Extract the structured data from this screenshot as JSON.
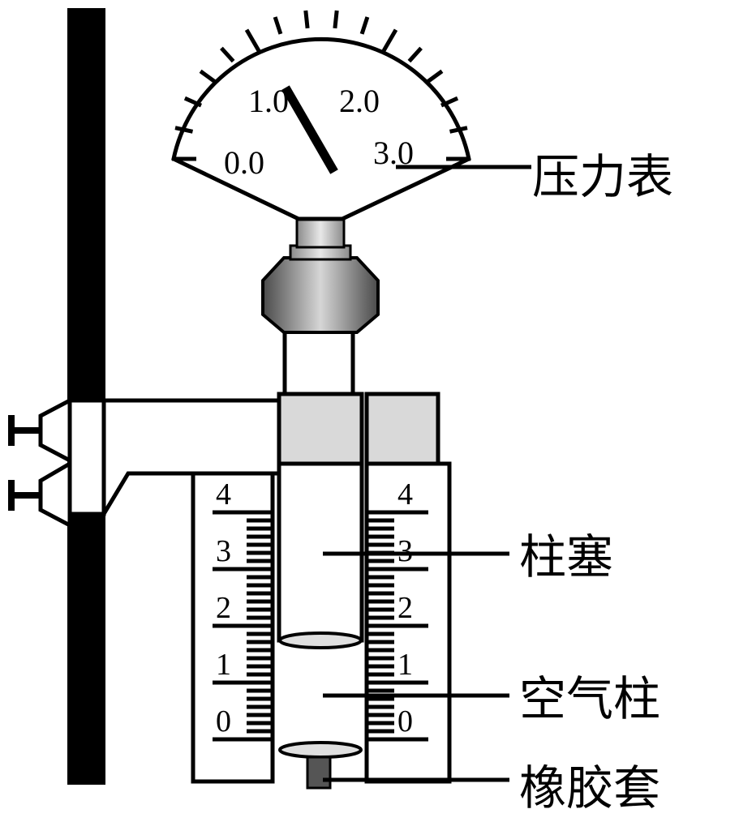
{
  "gauge": {
    "scale_labels": [
      "0.0",
      "1.0",
      "2.0",
      "3.0"
    ],
    "needle_reading": 1.0
  },
  "scale": {
    "labels": [
      "4",
      "3",
      "2",
      "1",
      "0"
    ]
  },
  "callouts": {
    "pressure_gauge": "压力表",
    "plunger": "柱塞",
    "air_column": "空气柱",
    "rubber_cap": "橡胶套"
  },
  "colors": {
    "line": "#000000",
    "fill_gray": "#d9d9d9",
    "dark_gray": "#555555"
  }
}
